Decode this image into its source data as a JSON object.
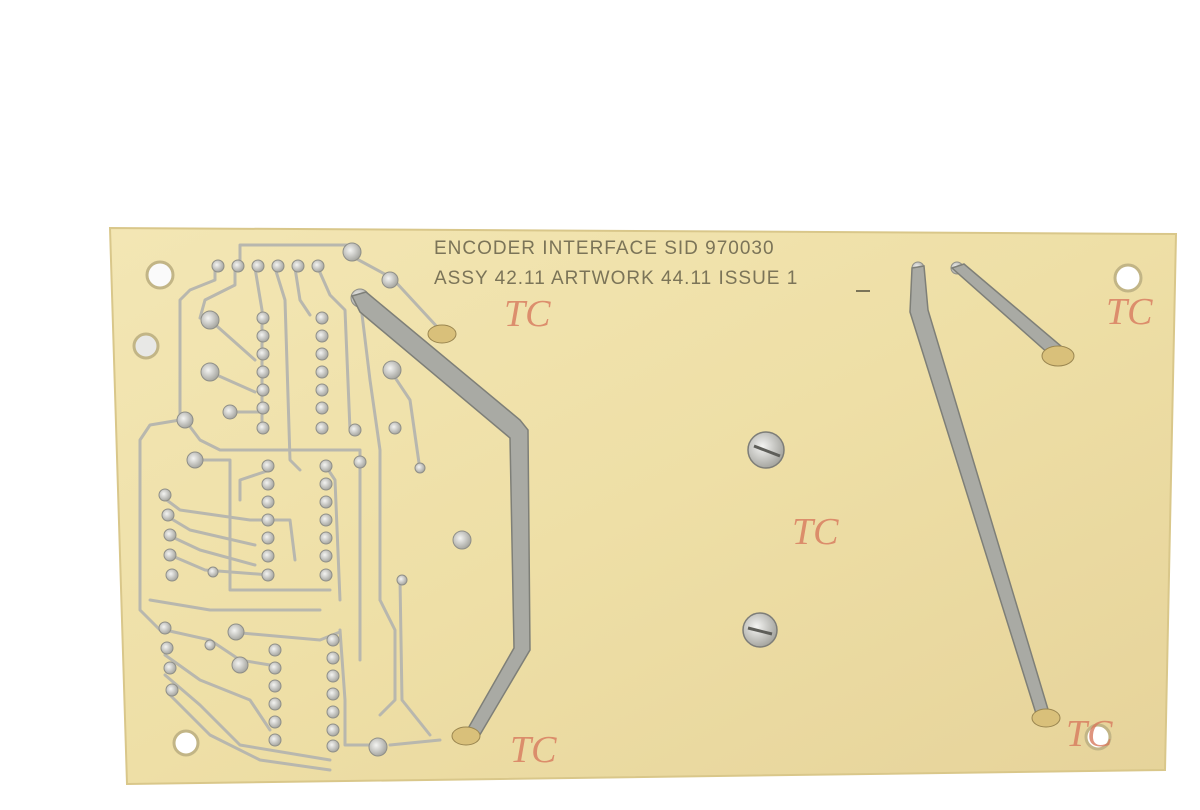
{
  "board": {
    "title_line": "ENCODER INTERFACE  SID 970030",
    "assy_line": "ASSY 42.11  ARTWORK 44.11  ISSUE 1",
    "marks": [
      "TC",
      "TC",
      "TC",
      "TC",
      "TC"
    ]
  },
  "colors": {
    "background": "#ffffff",
    "substrate": "#efe0a8",
    "substrate_edge": "#dccb8a",
    "trace": "#b8b7ae",
    "pad": "#d9d9d6",
    "copper_strap": "#a9aaa4",
    "mark": "#d87a5e"
  }
}
